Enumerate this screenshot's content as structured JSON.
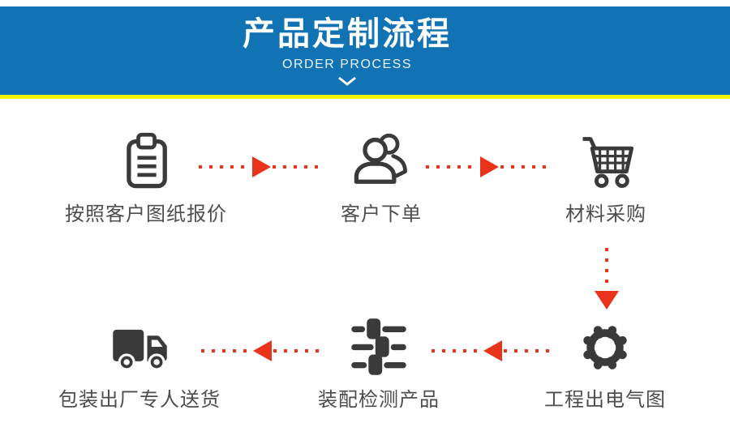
{
  "header": {
    "title": "产品定制流程",
    "subtitle": "ORDER PROCESS",
    "banner_color": "#1173b4",
    "accent_line_color": "#f5f500",
    "chevron_icon": "chevron-down-icon"
  },
  "flow": {
    "arrow_color": "#e9331b",
    "icon_color": "#3a3a3a",
    "label_color": "#4d4d4d",
    "steps": [
      {
        "order": 1,
        "icon": "clipboard-icon",
        "label": "按照客户图纸报价"
      },
      {
        "order": 2,
        "icon": "customers-icon",
        "label": "客户下单"
      },
      {
        "order": 3,
        "icon": "cart-icon",
        "label": "材料采购"
      },
      {
        "order": 4,
        "icon": "gear-icon",
        "label": "工程出电气图"
      },
      {
        "order": 5,
        "icon": "sliders-icon",
        "label": "装配检测产品"
      },
      {
        "order": 6,
        "icon": "truck-icon",
        "label": "包装出厂专人送货"
      }
    ],
    "arrows": [
      {
        "from": 1,
        "to": 2,
        "direction": "right"
      },
      {
        "from": 2,
        "to": 3,
        "direction": "right"
      },
      {
        "from": 3,
        "to": 4,
        "direction": "down"
      },
      {
        "from": 4,
        "to": 5,
        "direction": "left"
      },
      {
        "from": 5,
        "to": 6,
        "direction": "left"
      }
    ]
  }
}
